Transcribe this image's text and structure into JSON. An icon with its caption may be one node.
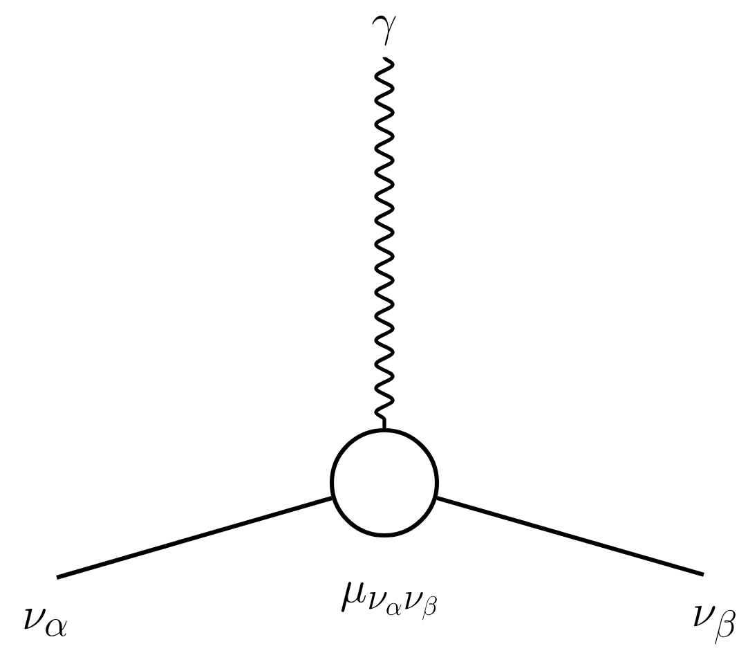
{
  "diagram": {
    "nodes": [
      {
        "text": [
          "\\gamma"
        ]
      },
      {
        "text": [],
        "shape": "circle",
        "beside": [
          "\\mu_{\\nu_\\alpha\\nu_\\beta}"
        ]
      },
      {
        "text": [
          "\\nu_\\alpha"
        ]
      },
      {
        "text": [
          "\\nu_\\beta"
        ]
      }
    ],
    "edges": [
      {
        "from": 0,
        "to": 1,
        "arrow": "none"
      },
      {
        "from": 2,
        "to": 1,
        "arrow": "none"
      },
      {
        "from": 1,
        "to": 3,
        "arrow": "none"
      }
    ]
  }
}
